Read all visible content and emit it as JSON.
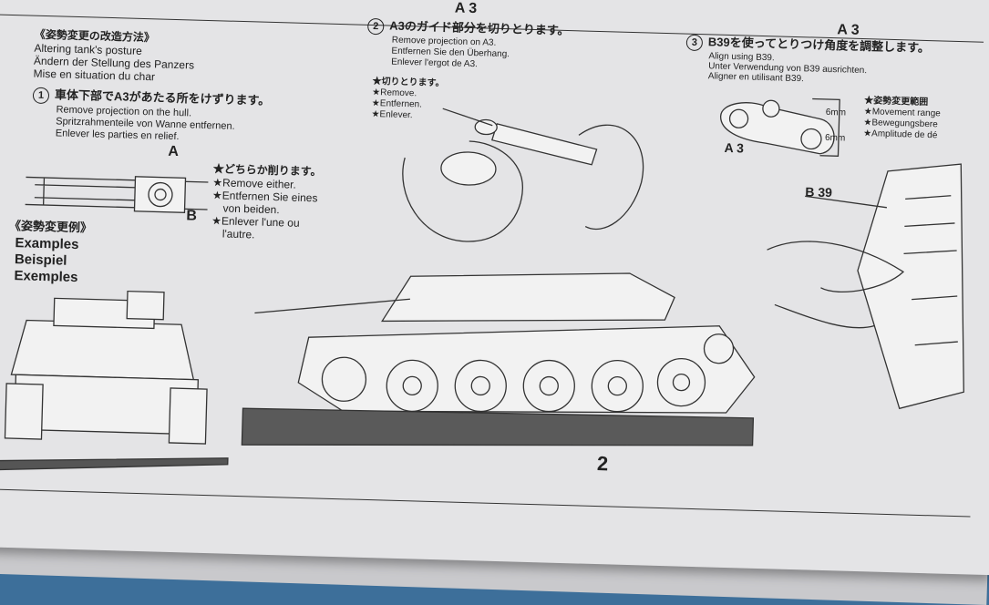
{
  "header": {
    "top_label_1": "A 3",
    "top_label_2": "A 3"
  },
  "section_main": {
    "title_jp": "《姿勢変更の改造方法》",
    "title_en": "Altering tank's posture",
    "title_de": "Ändern der Stellung des Panzers",
    "title_fr": "Mise en situation du char"
  },
  "step1": {
    "num": "1",
    "jp": "車体下部でA3があたる所をけずります。",
    "en": "Remove projection on the hull.",
    "de": "Spritzrahmenteile von Wanne entfernen.",
    "fr": "Enlever les parties en relief.",
    "note_jp": "★どちらか削ります。",
    "note_en": "★Remove either.",
    "note_de1": "★Entfernen Sie eines",
    "note_de2": "von beiden.",
    "note_fr1": "★Enlever l'une ou",
    "note_fr2": "l'autre.",
    "label_a": "A",
    "label_b": "B"
  },
  "step2": {
    "num": "2",
    "jp": "A3のガイド部分を切りとります。",
    "en": "Remove projection on A3.",
    "de": "Entfernen Sie den Überhang.",
    "fr": "Enlever l'ergot de A3.",
    "note_jp": "★切りとります。",
    "note_en": "★Remove.",
    "note_de": "★Entfernen.",
    "note_fr": "★Enlever."
  },
  "step3": {
    "num": "3",
    "jp": "B39を使ってとりつけ角度を調整します。",
    "en": "Align using B39.",
    "de": "Unter Verwendung von B39 ausrichten.",
    "fr": "Aligner en utilisant B39.",
    "range_jp": "★姿勢変更範囲",
    "range_en": "★Movement range",
    "range_de": "★Bewegungsbere",
    "range_fr": "★Amplitude de dé",
    "dim1": "6mm",
    "dim2": "6mm",
    "label_a3": "A 3",
    "label_b39": "B 39"
  },
  "examples": {
    "title_jp": "《姿勢変更例》",
    "en": "Examples",
    "de": "Beispiel",
    "fr": "Exemples"
  },
  "footer": {
    "page_number": "2"
  }
}
